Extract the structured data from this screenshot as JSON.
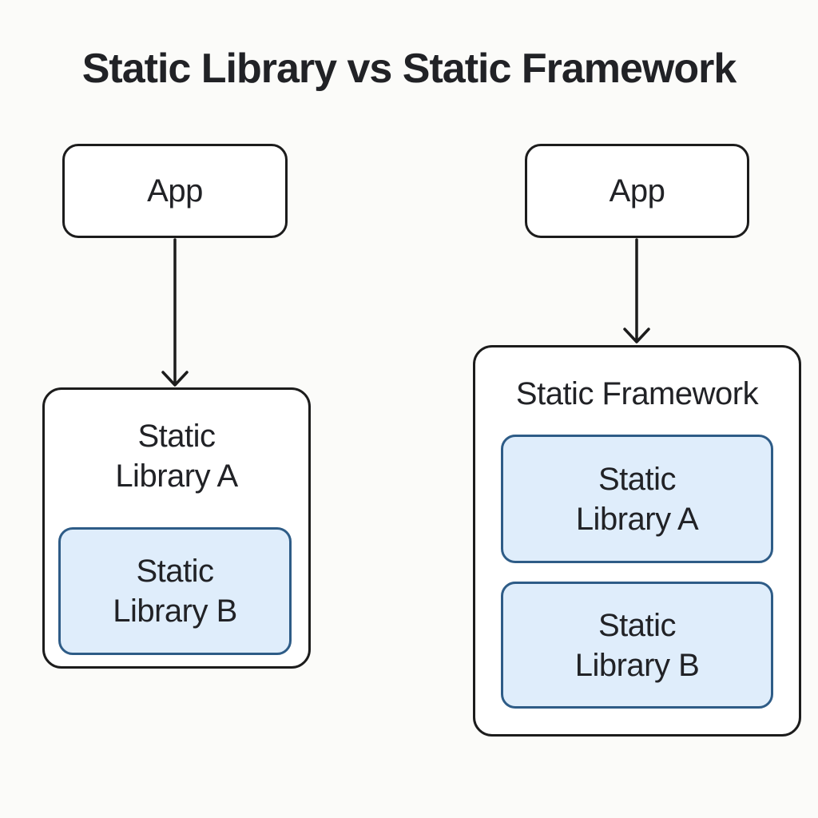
{
  "title": "Static Library vs Static Framework",
  "left_diagram": {
    "app_box": "App",
    "library_a_box": "Static\nLibrary A",
    "library_b_box": "Static\nLibrary B"
  },
  "right_diagram": {
    "app_box": "App",
    "framework_box": "Static Framework",
    "library_a_box": "Static\nLibrary A",
    "library_b_box": "Static\nLibrary B"
  },
  "colors": {
    "background": "#fbfbf9",
    "box-fill": "#ffffff",
    "box-border": "#1c1c1c",
    "nested-fill": "#dfedfb",
    "nested-border": "#2e5c87",
    "arrow": "#1c1c1c",
    "text": "#212226"
  }
}
